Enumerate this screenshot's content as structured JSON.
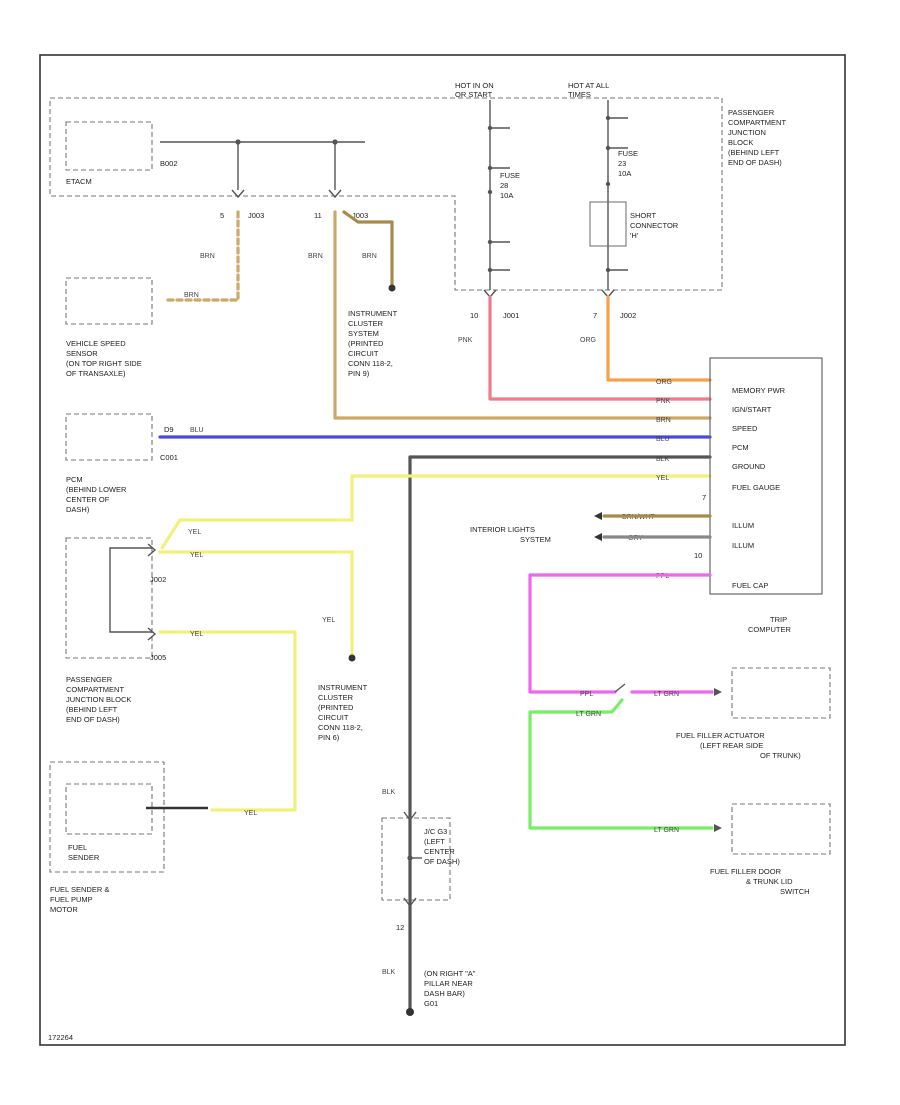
{
  "colors": {
    "orange": "#f5a04a",
    "pink": "#f07a8c",
    "tan": "#cda86a",
    "blue": "#4a4ae0",
    "black": "#555555",
    "yellow": "#f2f07a",
    "magenta": "#ee66ee",
    "green": "#77ee66",
    "brown": "#a88a4a",
    "gray": "#888888"
  },
  "diagram": {
    "pcjb_top": [
      "PASSENGER",
      "COMPARTMENT",
      "JUNCTION",
      "BLOCK",
      "(BEHIND LEFT",
      "END OF DASH)"
    ],
    "hot_run": [
      "HOT IN ON",
      "OR START"
    ],
    "hot_all": [
      "HOT AT ALL",
      "TIMES"
    ],
    "fuse_a": [
      "FUSE",
      "28",
      "10A"
    ],
    "fuse_b": [
      "FUSE",
      "23",
      "10A"
    ],
    "short_conn": [
      "SHORT",
      "CONNECTOR",
      "'H'"
    ],
    "pin_jb1": "10",
    "jb1": "J001",
    "pin_jb2": "7",
    "jb2": "J002",
    "wire_pnk": "PNK",
    "wire_org": "ORG",
    "etacm": "ETACM",
    "bus": "B002",
    "pin_5": "5",
    "pin_11": "11",
    "j003": "J003",
    "j003b": "J003",
    "wire_brn1": "BRN",
    "wire_brn2": "BRN",
    "wire_brn3": "BRN",
    "wire_brn_vss": "BRN",
    "vss": [
      "VEHICLE SPEED",
      "SENSOR",
      "(ON TOP RIGHT SIDE",
      "OF TRANSAXLE)"
    ],
    "ic_top": [
      "INSTRUMENT",
      "CLUSTER",
      "SYSTEM",
      "(PRINTED",
      "CIRCUIT",
      "CONN 118-2,",
      "PIN 9)"
    ],
    "pcm_pin": "D9",
    "pcm_wire": "BLU",
    "pcm_conn": "C001",
    "pcm": [
      "PCM",
      "(BEHIND LOWER",
      "CENTER OF",
      "DASH)"
    ],
    "tc_labels": [
      "MEMORY PWR",
      "IGN/START",
      "SPEED",
      "PCM",
      "GROUND",
      "FUEL GAUGE",
      "ILLUM",
      "ILLUM",
      "FUEL CAP"
    ],
    "tc_wire_labels": [
      "ORG",
      "PNK",
      "BRN",
      "BLU",
      "BLK",
      "YEL",
      "BRN/WHT",
      "GRY",
      "PPL"
    ],
    "tc_pin_fg": "7",
    "tc_pin_cap": "10",
    "trip_computer": [
      "TRIP",
      "COMPUTER"
    ],
    "interior_lights": [
      "INTERIOR LIGHTS",
      "SYSTEM"
    ],
    "yel_1": "YEL",
    "yel_2": "YEL",
    "yel_3": "YEL",
    "yel_4": "YEL",
    "yel_5": "YEL",
    "j002": "J002",
    "j005": "J005",
    "pcjb_mid": [
      "PASSENGER",
      "COMPARTMENT",
      "JUNCTION BLOCK",
      "(BEHIND LEFT",
      "END OF DASH)"
    ],
    "ic_mid": [
      "INSTRUMENT",
      "CLUSTER",
      "(PRINTED",
      "CIRCUIT",
      "CONN 118-2,",
      "PIN 6)"
    ],
    "fuel_sender_inner": [
      "FUEL",
      "SENDER"
    ],
    "fuel_sender": [
      "FUEL SENDER &",
      "FUEL PUMP",
      "MOTOR"
    ],
    "ppl_wire": "PPL",
    "ltgrn_1": "LT GRN",
    "ltgrn_2": "LT GRN",
    "ltgrn_3": "LT GRN",
    "ffa": [
      "FUEL FILLER ACTUATOR",
      "(LEFT REAR SIDE",
      "OF TRUNK)"
    ],
    "ffd": [
      "FUEL FILLER DOOR",
      "& TRUNK LID",
      "SWITCH"
    ],
    "blk_1": "BLK",
    "blk_2": "BLK",
    "jc": [
      "J/C G3",
      "(LEFT",
      "CENTER",
      "OF DASH)"
    ],
    "pin_12": "12",
    "ground": [
      "(ON RIGHT \"A\"",
      "PILLAR NEAR",
      "DASH BAR)",
      "G01"
    ],
    "corner": "172264"
  }
}
